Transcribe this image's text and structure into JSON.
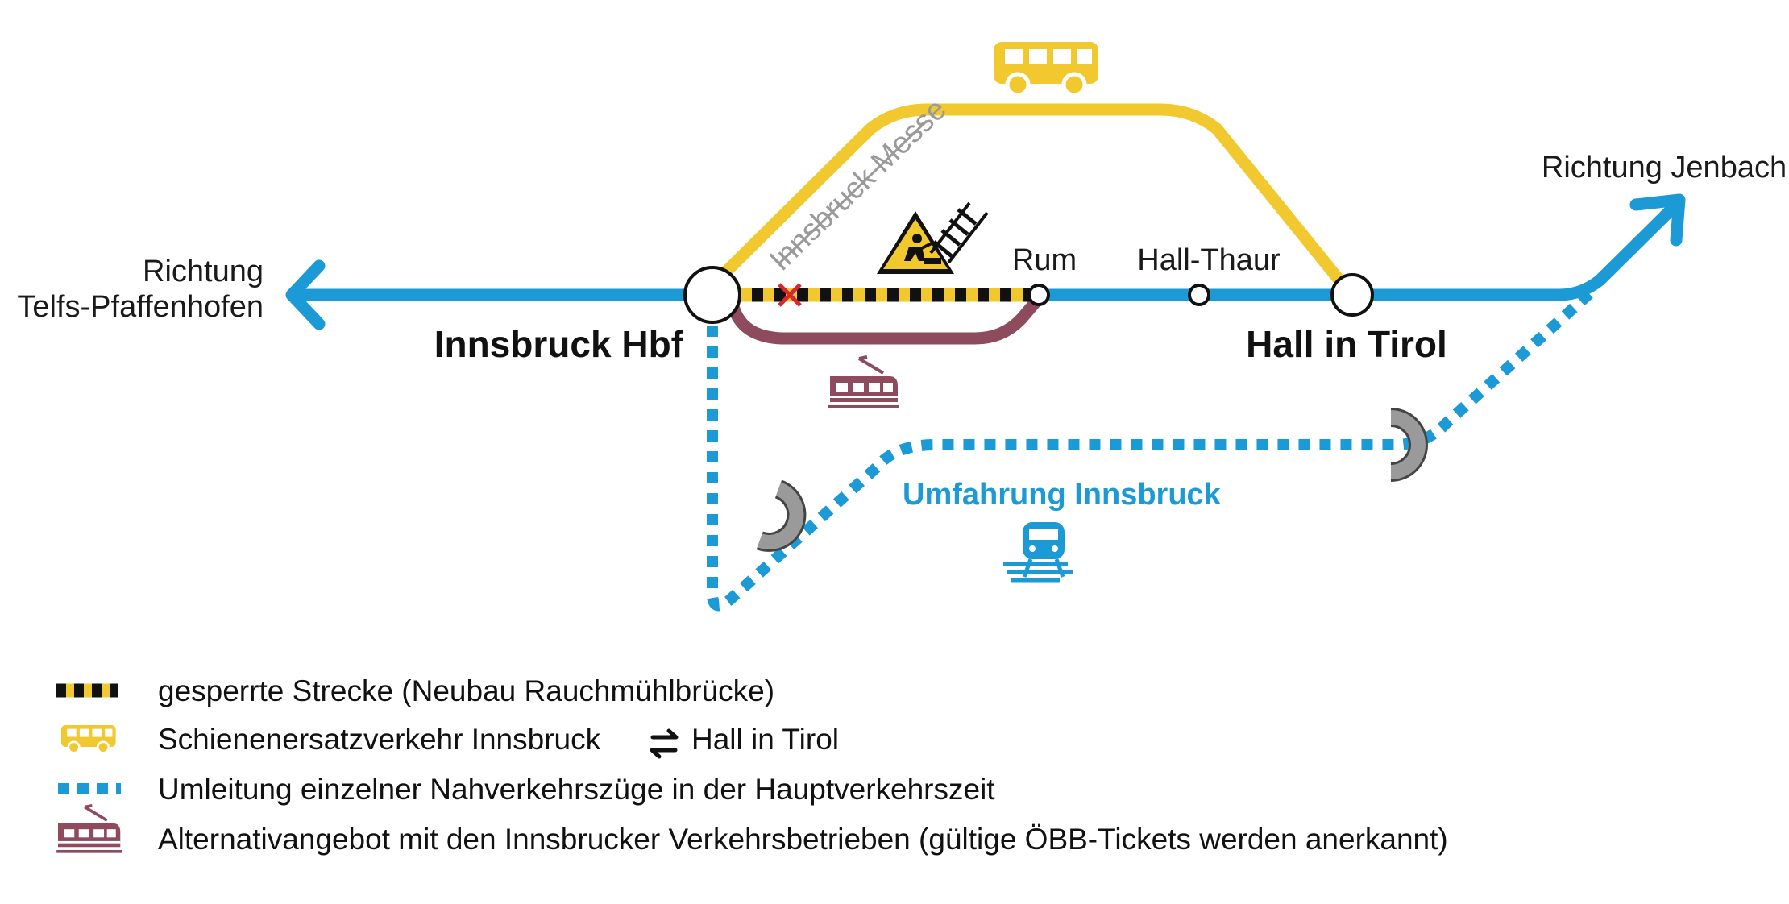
{
  "colors": {
    "blue": "#1b9ad6",
    "yellow": "#f2c82f",
    "tram": "#8e4b5d",
    "black": "#111111",
    "grey": "#9a9a9a",
    "closed_x": "#d9272e"
  },
  "labels": {
    "west_direction_line1": "Richtung",
    "west_direction_line2": "Telfs-Pfaffenhofen",
    "east_direction": "Richtung Jenbach",
    "station_innsbruck": "Innsbruck Hbf",
    "station_hall": "Hall in Tirol",
    "stop_rum": "Rum",
    "stop_hall_thaur": "Hall-Thaur",
    "stop_messe": "Innsbruck Messe",
    "bypass": "Umfahrung Innsbruck"
  },
  "icons": {
    "bus": "bus-icon",
    "tram": "tram-icon",
    "train": "train-icon",
    "construction": "construction-warning-icon",
    "tracks": "railway-track-icon",
    "reverse": "direction-reversal-icon",
    "exchange": "two-way-arrows-icon",
    "closed_stop": "cross-icon"
  },
  "legend": [
    {
      "key": "closed",
      "icon": "closed-track-swatch",
      "text_before": "gesperrte Strecke (Neubau Rauchmühlbrücke)",
      "text_after": ""
    },
    {
      "key": "bus",
      "icon": "bus-icon",
      "text_before": "Schienenersatzverkehr Innsbruck",
      "text_after": "Hall in Tirol"
    },
    {
      "key": "detour",
      "icon": "dotted-line-swatch",
      "text_before": "Umleitung einzelner Nahverkehrszüge in der Hauptverkehrszeit",
      "text_after": ""
    },
    {
      "key": "tram",
      "icon": "tram-icon",
      "text_before": "Alternativangebot mit den Innsbrucker Verkehrsbetrieben (gültige ÖBB-Tickets werden anerkannt)",
      "text_after": ""
    }
  ]
}
